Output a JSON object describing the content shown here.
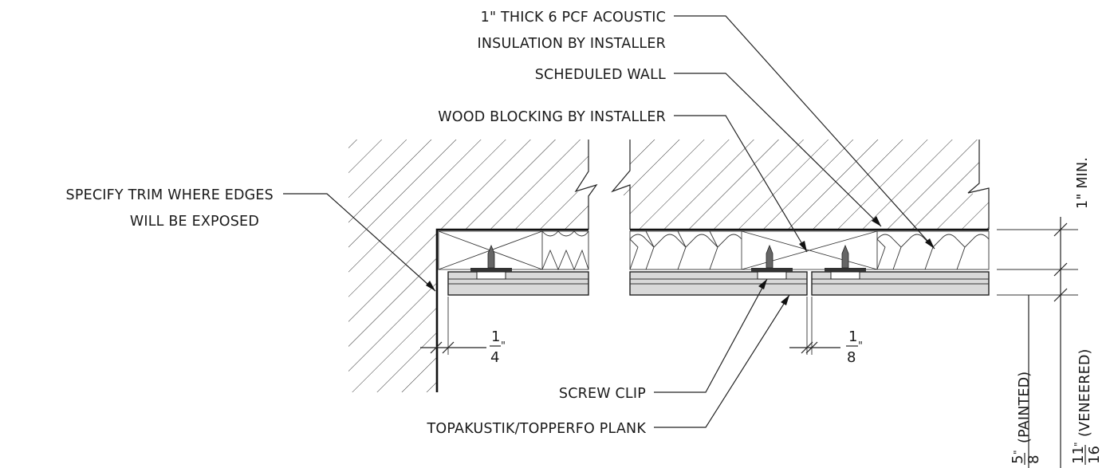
{
  "labels": {
    "insulation_line1": "1\" THICK 6 PCF ACOUSTIC",
    "insulation_line2": "INSULATION BY INSTALLER",
    "scheduled_wall": "SCHEDULED WALL",
    "wood_blocking": "WOOD BLOCKING BY INSTALLER",
    "trim_line1": "SPECIFY TRIM WHERE EDGES",
    "trim_line2": "WILL BE EXPOSED",
    "screw_clip": "SCREW CLIP",
    "plank": "TOPAKUSTIK/TOPPERFO PLANK"
  },
  "dimensions": {
    "min_gap": "1\" MIN.",
    "quarter_num": "1",
    "quarter_den": "4",
    "eighth_num": "1",
    "eighth_den": "8",
    "inch_mark": "\"",
    "painted_num": "5",
    "painted_den": "8",
    "painted_text": "(PAINTED)",
    "veneered_num": "11",
    "veneered_den": "16",
    "veneered_text": "(VENEERED)"
  }
}
